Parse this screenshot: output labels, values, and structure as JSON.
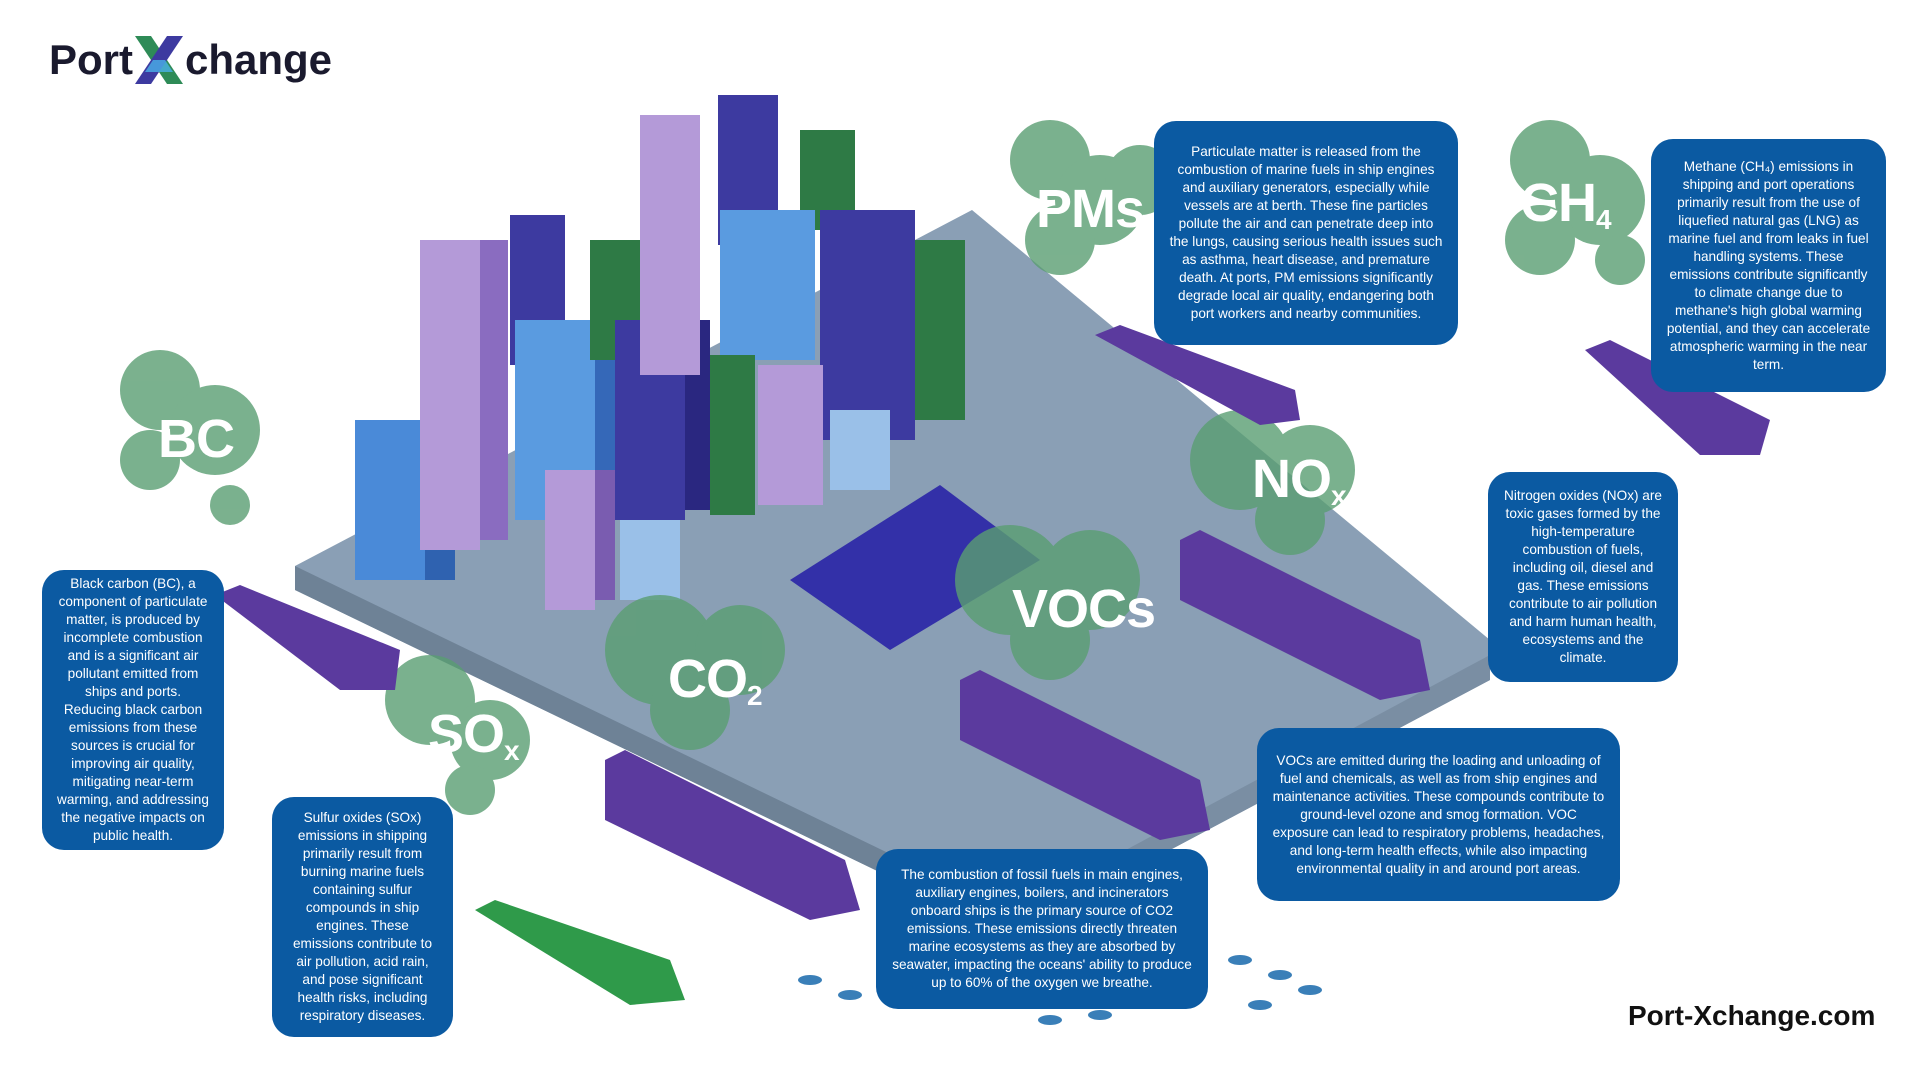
{
  "brand": {
    "logo_left": "Port",
    "logo_right": "change",
    "url": "Port-Xchange.com"
  },
  "labels": {
    "pm": "PMs",
    "ch4": {
      "base": "CH",
      "sub": "4"
    },
    "bc": "BC",
    "nox": {
      "base": "NO",
      "sub": "x"
    },
    "vocs": "VOCs",
    "co2": {
      "base": "CO",
      "sub": "2"
    },
    "sox": {
      "base": "SO",
      "sub": "x"
    }
  },
  "descriptions": {
    "pm": "Particulate matter is released from the combustion of marine fuels in ship engines and auxiliary generators, especially while vessels are at berth. These fine particles pollute the air and can penetrate deep into the lungs, causing serious health issues such as asthma, heart disease, and premature death. At ports, PM emissions significantly degrade local air quality, endangering both port workers and nearby communities.",
    "ch4": "Methane (CH₄) emissions in shipping and port operations primarily result from the use of liquefied natural gas (LNG) as marine fuel and from leaks in fuel handling systems. These emissions contribute significantly to climate change due to methane's high global warming potential, and they can accelerate atmospheric warming in the near term.",
    "bc": "Black carbon (BC), a component of particulate matter, is produced by incomplete combustion and is a significant air pollutant emitted from ships and ports. Reducing black carbon emissions from these sources is crucial for improving air quality, mitigating near-term warming, and addressing the negative impacts on public health.",
    "nox": "Nitrogen oxides (NOx) are toxic gases formed by the high-temperature combustion of fuels, including oil, diesel and gas. These emissions contribute to air pollution and harm human health, ecosystems and the climate.",
    "vocs": "VOCs are emitted during the loading and unloading of fuel and chemicals, as well as from ship engines and maintenance activities. These compounds contribute to ground-level ozone and smog formation. VOC exposure can lead to respiratory problems, headaches, and long-term health effects, while also impacting environmental quality in and around port areas.",
    "co2": "The combustion of fossil fuels in main engines, auxiliary engines, boilers, and incinerators onboard ships is the primary source of CO2 emissions. These emissions directly threaten marine ecosystems as they are absorbed by seawater, impacting the oceans' ability to produce up to 60% of the oxygen we breathe.",
    "sox": "Sulfur oxides (SOx) emissions in shipping primarily result from burning marine fuels containing sulfur compounds in ship engines. These emissions contribute to air pollution, acid rain, and pose significant health risks, including respiratory diseases."
  },
  "colors": {
    "box": "#0b5aa2",
    "cloud": "#5a9e72",
    "platform": "#8a9fb5",
    "ship": "#5b3a9e"
  }
}
